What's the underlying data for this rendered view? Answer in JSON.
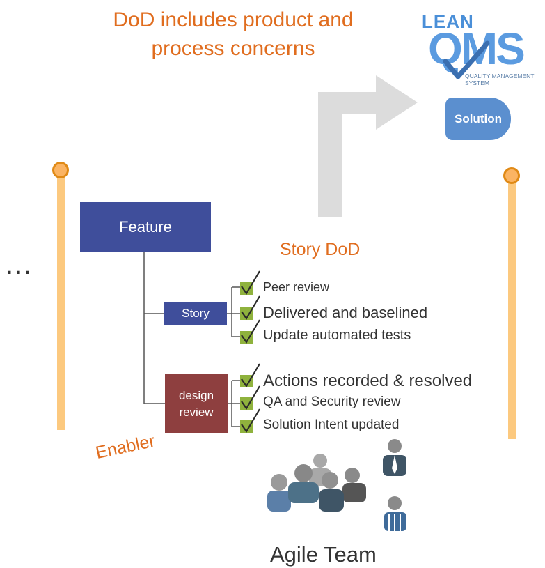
{
  "title": {
    "line1": "DoD includes product and",
    "line2": "process concerns"
  },
  "logo": {
    "lean": "LEAN",
    "qms": "QMS",
    "subtitle_line1": "QUALITY MANAGEMENT",
    "subtitle_line2": "SYSTEM"
  },
  "solution_label": "Solution",
  "ellipsis": "...",
  "feature_label": "Feature",
  "story_label": "Story",
  "design_review": {
    "line1": "design",
    "line2": "review"
  },
  "story_dod_label": "Story DoD",
  "story_items": [
    "Peer review",
    "Delivered and baselined",
    "Update automated tests"
  ],
  "design_items": [
    "Actions recorded & resolved",
    "QA and Security review",
    "Solution Intent updated"
  ],
  "enabler_label": "Enabler",
  "agile_team_label": "Agile Team",
  "colors": {
    "orange": "#e06d1f",
    "feature_blue": "#3f4e9b",
    "design_maroon": "#8e3f3f",
    "check_green": "#8fb23d",
    "bar_yellow": "#fcc97f",
    "solution_blue": "#5b8fcf"
  }
}
